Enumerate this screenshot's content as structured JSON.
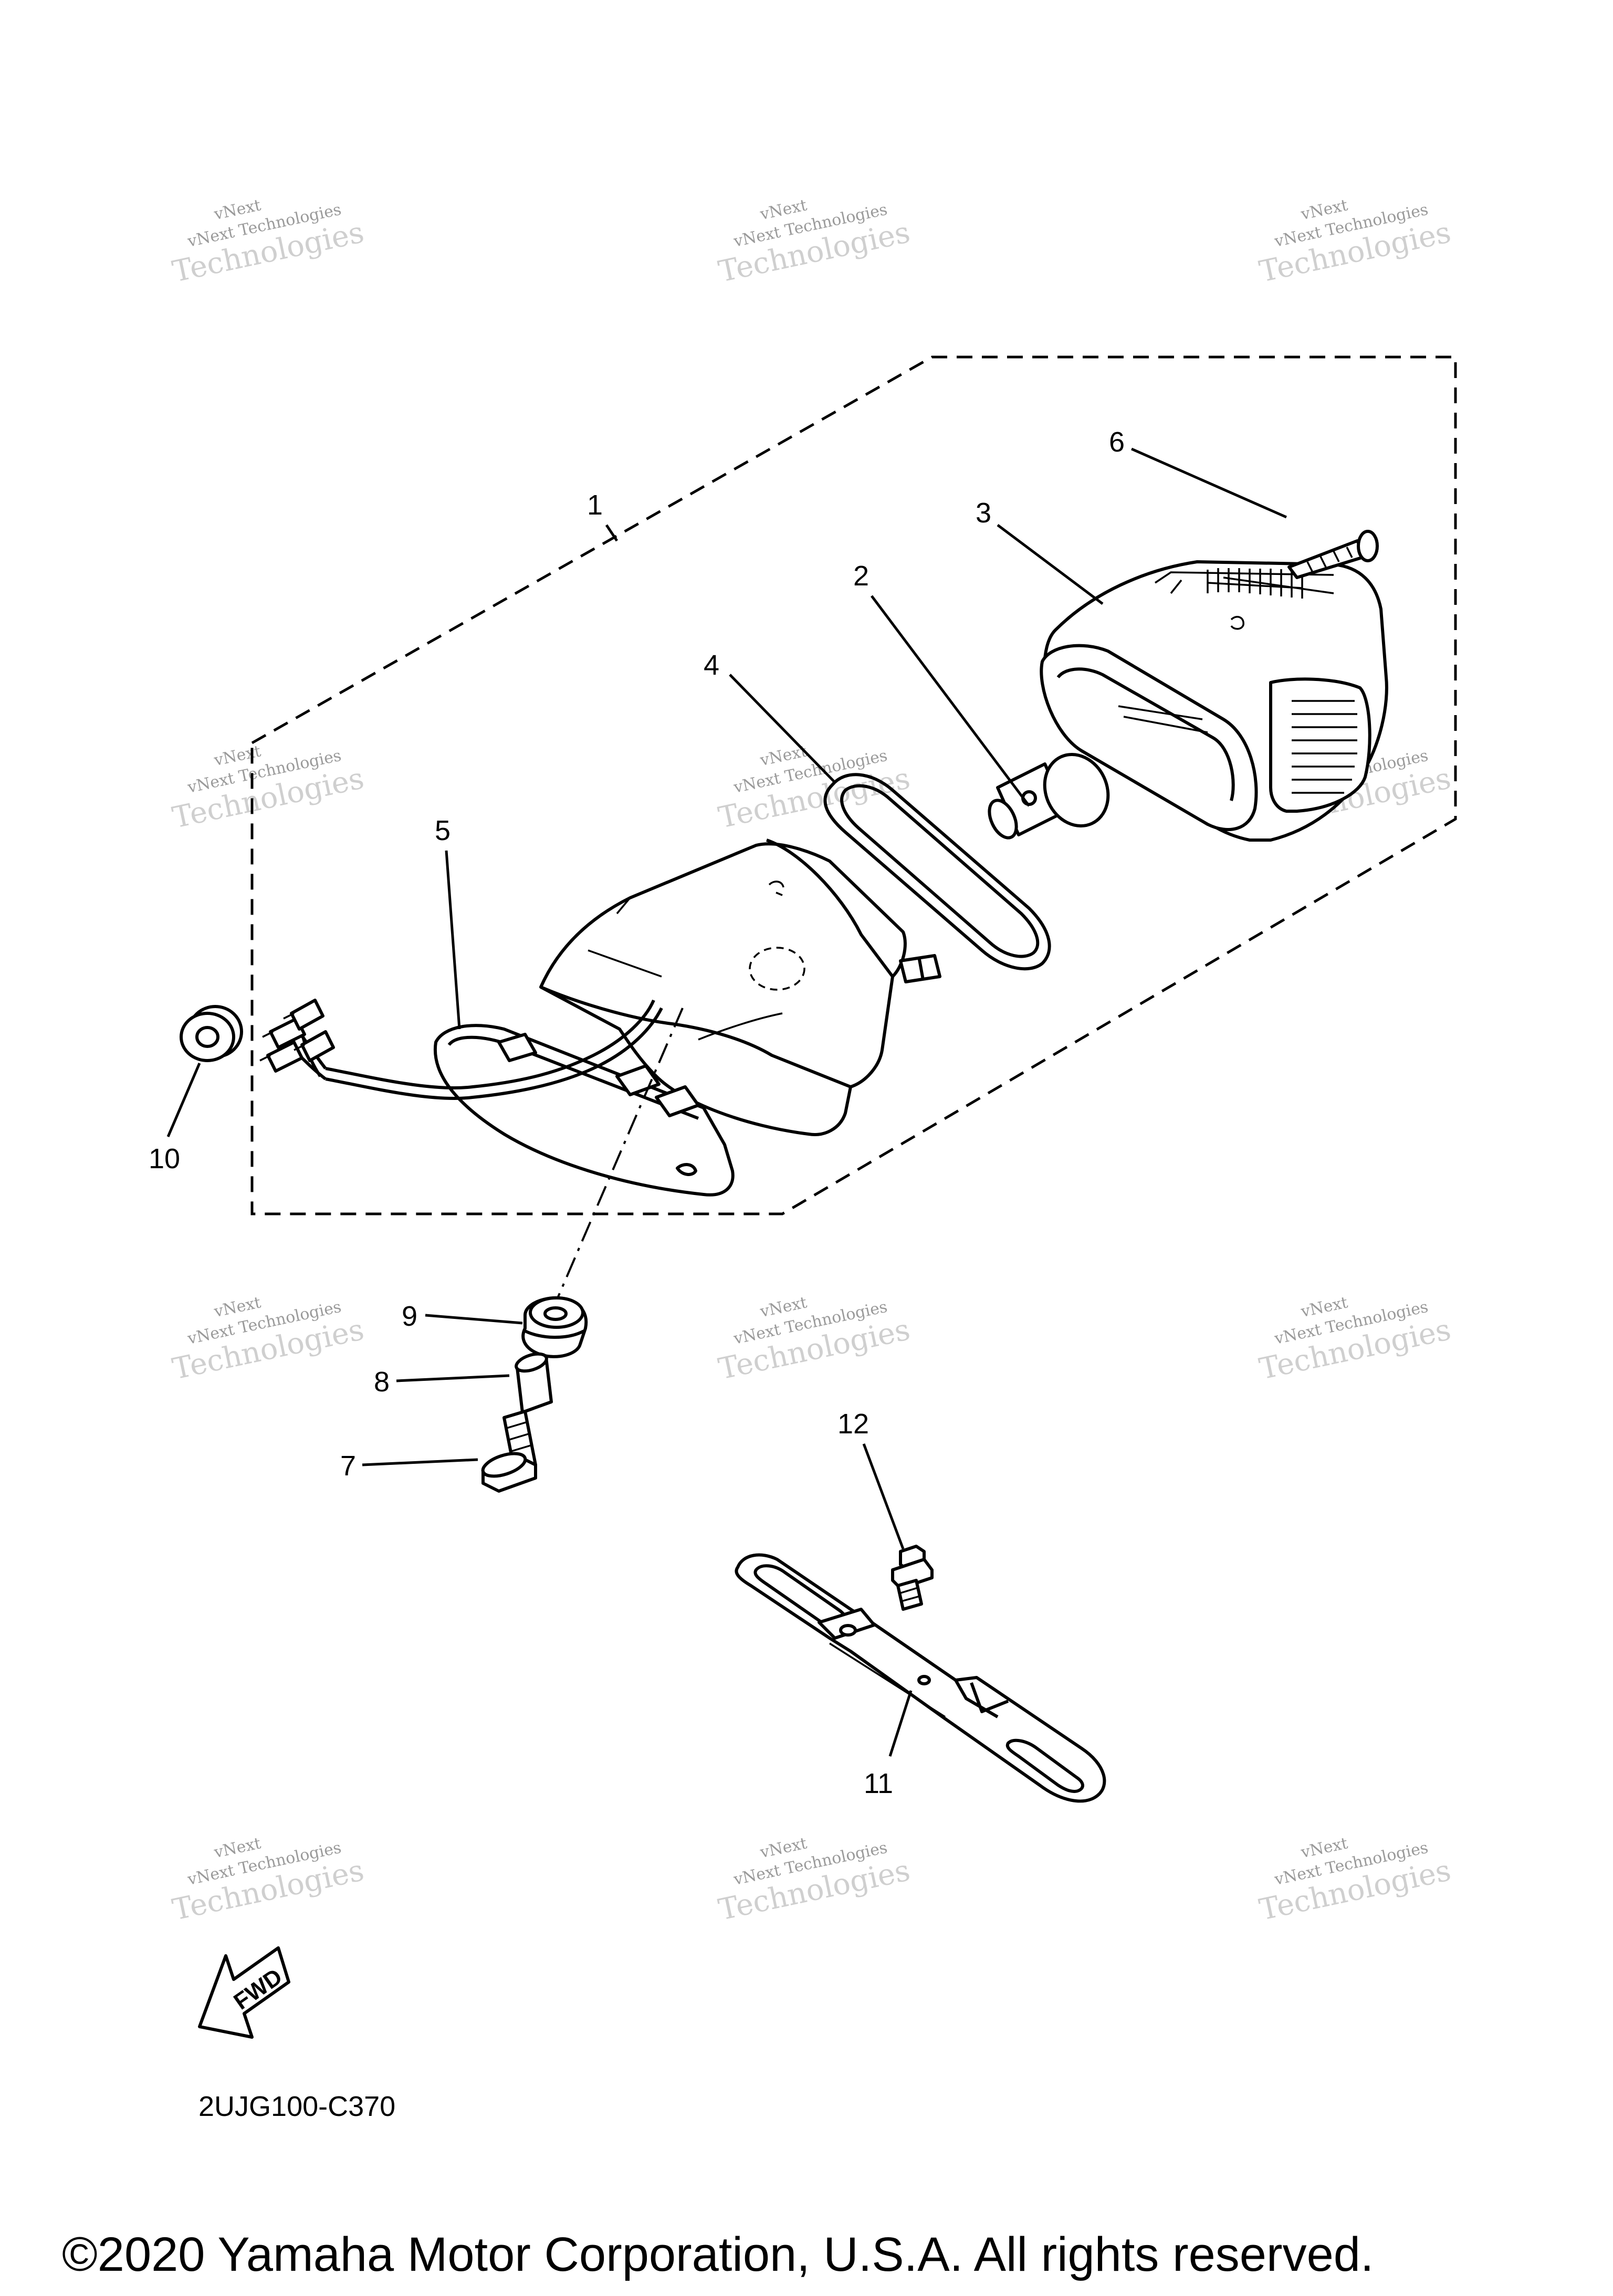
{
  "diagram": {
    "part_numbers": [
      "1",
      "2",
      "3",
      "4",
      "5",
      "6",
      "7",
      "8",
      "9",
      "10",
      "11",
      "12"
    ],
    "diagram_code": "2UJG100-C370",
    "fwd_label": "FWD",
    "copyright": "©2020 Yamaha Motor Corporation, U.S.A. All rights reserved.",
    "watermark": {
      "line1": "vNext",
      "line2": "vNext Technologies",
      "line3": "Technologies"
    }
  }
}
